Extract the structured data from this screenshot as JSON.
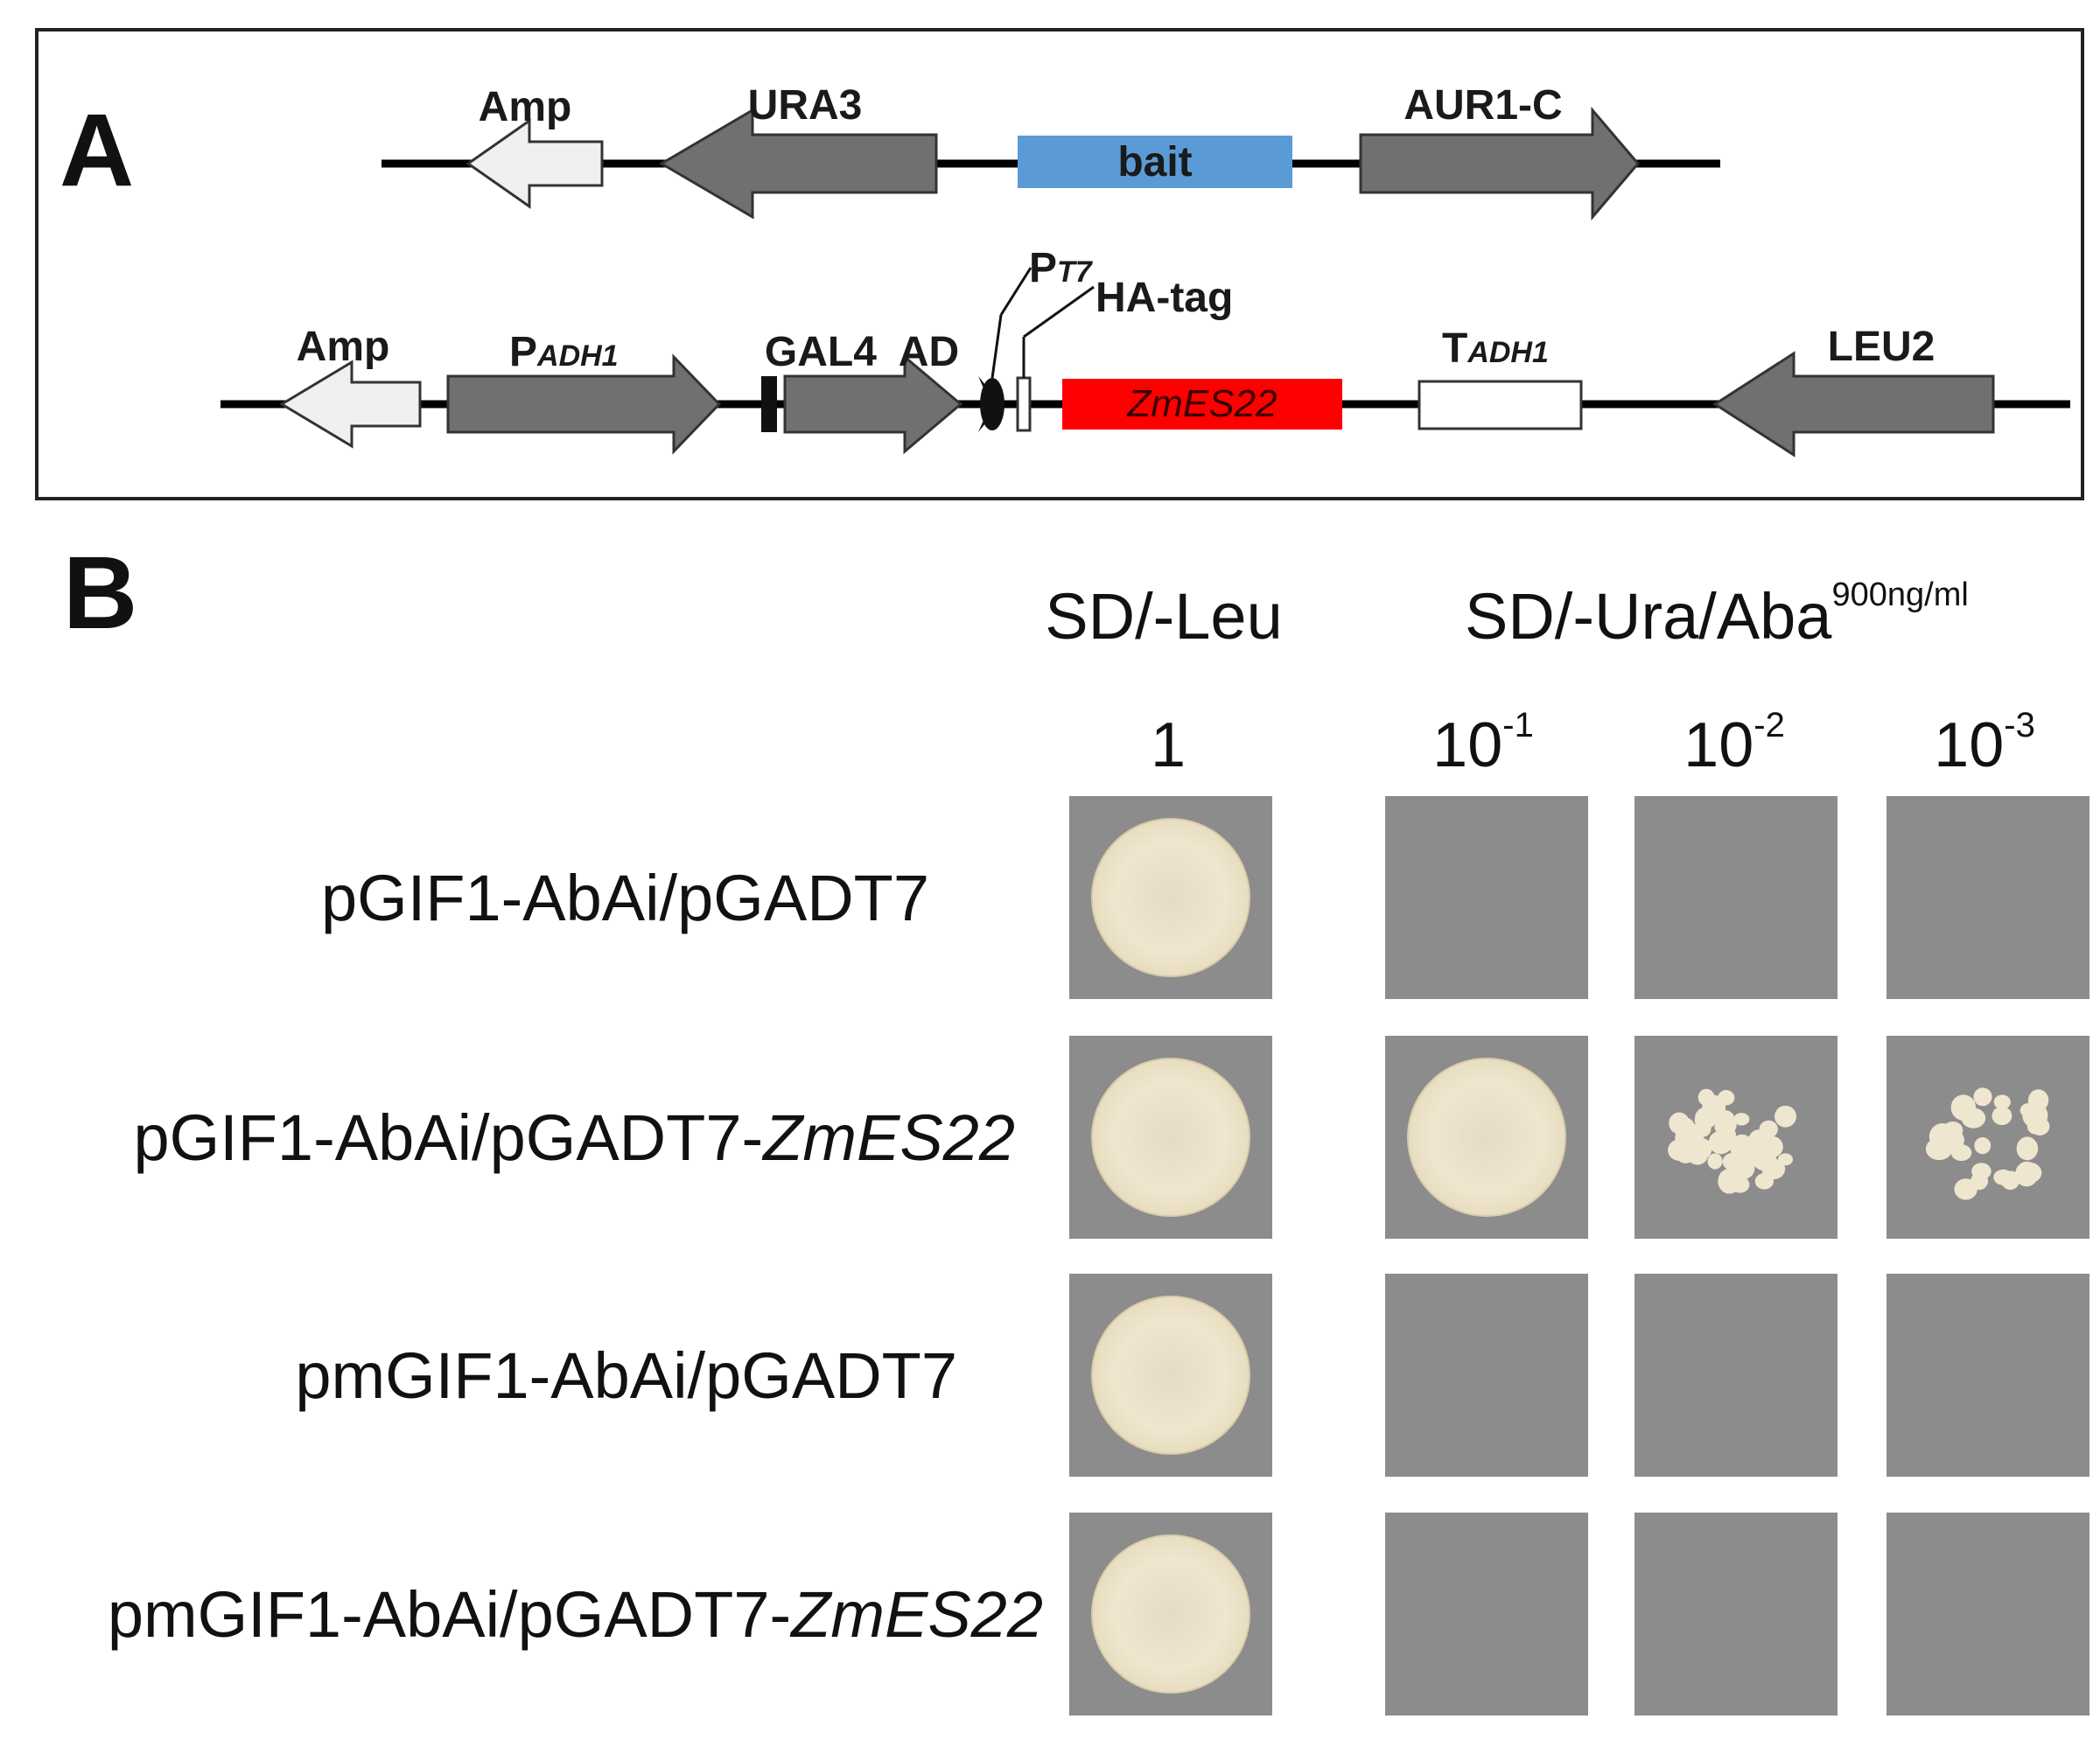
{
  "panel_a": {
    "label": "A",
    "bait_construct": {
      "amp": "Amp",
      "ura3": "URA3",
      "bait": "bait",
      "aur1c": "AUR1-C"
    },
    "prey_construct": {
      "amp": "Amp",
      "padh1_prefix": "P",
      "padh1_sub": "ADH1",
      "gal4ad": "GAL4  AD",
      "pt7_prefix": "P",
      "pt7_sub": "T7",
      "hatag": "HA-tag",
      "zmes22": "ZmES22",
      "tadh1_prefix": "T",
      "tadh1_sub": "ADH1",
      "leu2": "LEU2"
    },
    "colors": {
      "bait": "#5b9bd5",
      "zmes22": "#ff0000",
      "dark_arrow": "#707070",
      "light_arrow": "#f0f0f0"
    }
  },
  "panel_b": {
    "label": "B",
    "col_header_1": "SD/-Leu",
    "col_header_2_main": "SD/-Ura/Aba",
    "col_header_2_sup": "900ng/ml",
    "dilutions": [
      {
        "base": "1",
        "exp": ""
      },
      {
        "base": "10",
        "exp": "-1"
      },
      {
        "base": "10",
        "exp": "-2"
      },
      {
        "base": "10",
        "exp": "-3"
      }
    ],
    "rows": [
      {
        "main": "pGIF1-AbAi/pGADT7",
        "italic": "",
        "growth": [
          "full",
          "none",
          "none",
          "none"
        ]
      },
      {
        "main": "pGIF1-AbAi/pGADT7-",
        "italic": "ZmES22",
        "growth": [
          "full",
          "full",
          "colonies",
          "sparse"
        ]
      },
      {
        "main": "pmGIF1-AbAi/pGADT7",
        "italic": "",
        "growth": [
          "full",
          "none",
          "none",
          "none"
        ]
      },
      {
        "main": "pmGIF1-AbAi/pGADT7-",
        "italic": "ZmES22",
        "growth": [
          "full",
          "none",
          "none",
          "none"
        ]
      }
    ],
    "colors": {
      "plate": "#8c8c8c",
      "colony": "#efe6cf"
    }
  }
}
